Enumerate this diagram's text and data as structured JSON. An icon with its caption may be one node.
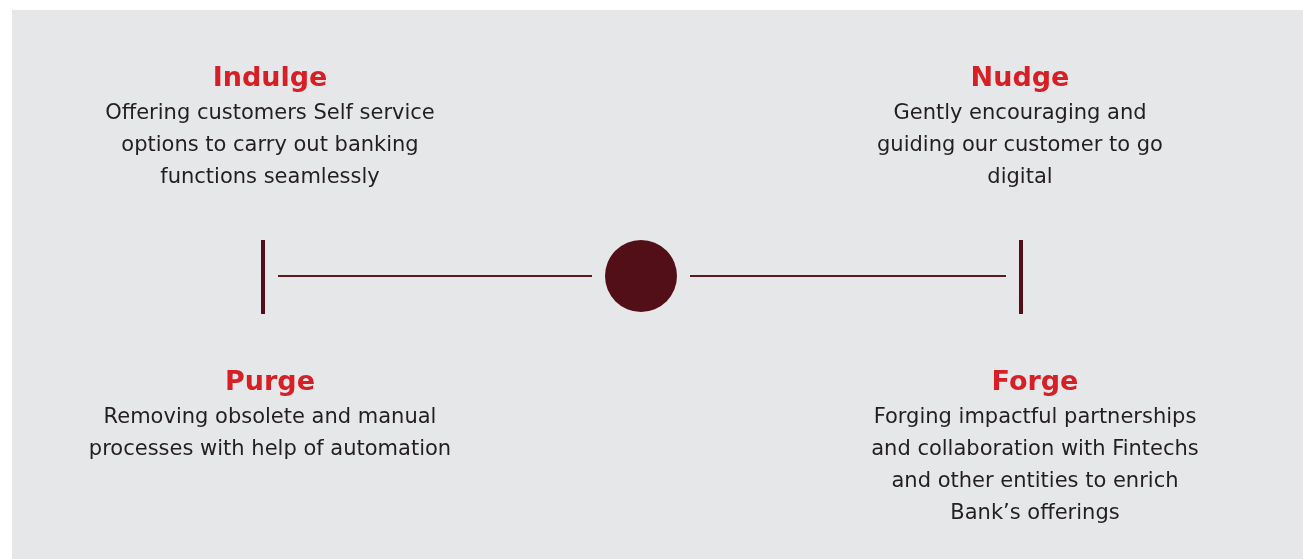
{
  "diagram": {
    "nodes": [
      {
        "text": [],
        "shape": "bar"
      },
      {
        "text": [],
        "shape": "circle"
      },
      {
        "text": [],
        "shape": "bar"
      }
    ],
    "edges": [
      {
        "from": 1,
        "to": 0,
        "arrow": "none"
      },
      {
        "from": 1,
        "to": 2,
        "arrow": "none"
      }
    ],
    "labels": [
      "Indulge",
      "Offering customers Self service options to carry out banking functions seamlessly",
      "Nudge",
      "Gently encouraging and guiding our customer to go digital",
      "Purge",
      "Removing obsolete and manual processes with help of automation",
      "Forge",
      "Forging impactful partnerships and collaboration with Fintechs and other entities to enrich Bank’s offerings"
    ]
  }
}
